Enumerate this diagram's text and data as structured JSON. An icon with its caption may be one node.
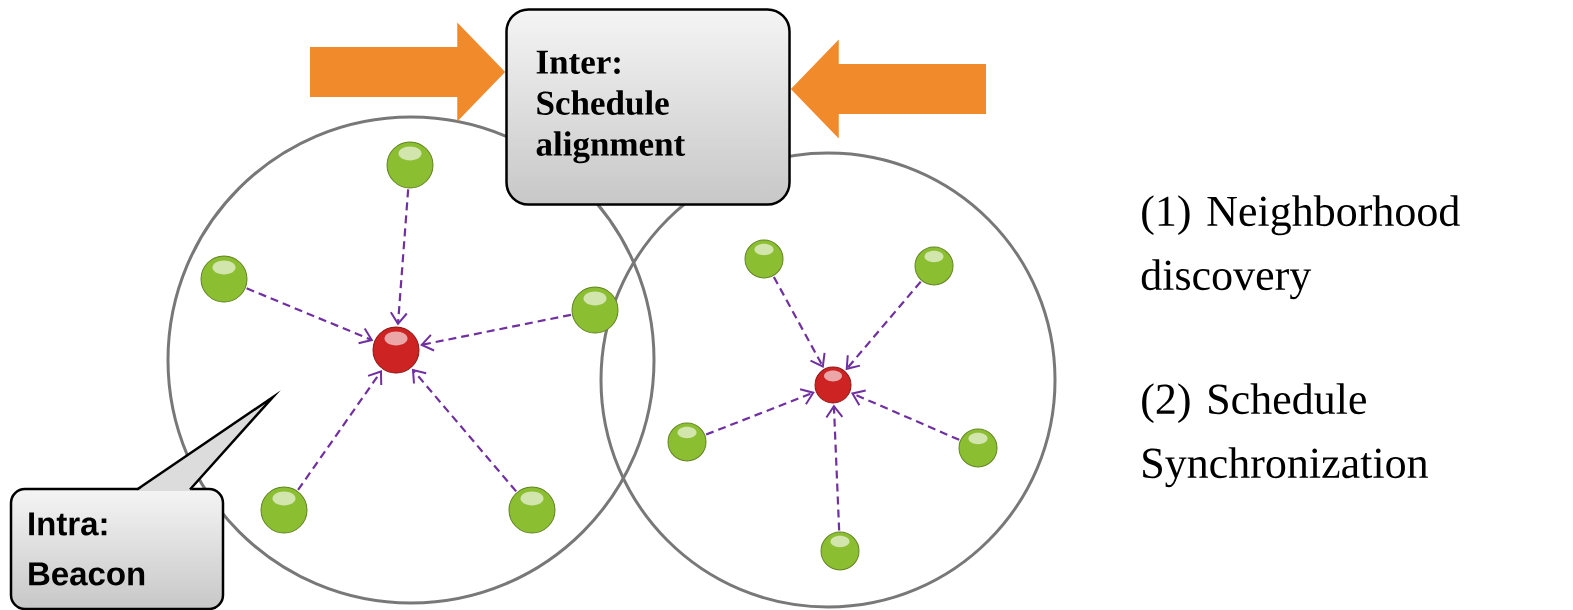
{
  "diagram": {
    "nodes": [
      {
        "text": [
          "Inter: Schedule alignment"
        ]
      },
      {
        "text": [],
        "shape": "circle"
      },
      {
        "text": [],
        "shape": "circle"
      },
      {
        "text": [
          "Intra: Beacon"
        ]
      },
      {
        "text": [],
        "shape": "circle",
        "in": 1
      },
      {
        "text": [],
        "shape": "circle",
        "in": 1
      },
      {
        "text": [],
        "shape": "circle",
        "in": 1
      },
      {
        "text": [],
        "shape": "circle",
        "in": 1
      },
      {
        "text": [],
        "shape": "circle",
        "in": 1
      },
      {
        "text": [],
        "shape": "circle",
        "in": 1
      },
      {
        "text": [],
        "shape": "circle",
        "in": 2
      },
      {
        "text": [],
        "shape": "circle",
        "in": 2
      },
      {
        "text": [],
        "shape": "circle",
        "in": 2
      },
      {
        "text": [],
        "shape": "circle",
        "in": 2
      },
      {
        "text": [],
        "shape": "circle",
        "in": 2
      },
      {
        "text": [],
        "shape": "circle",
        "in": 2
      }
    ],
    "edges": [
      {
        "from": null,
        "to": 0,
        "arrow": "to",
        "style": "thick",
        "color": "#f18a2b"
      },
      {
        "from": null,
        "to": 0,
        "arrow": "to",
        "style": "thick",
        "color": "#f18a2b"
      },
      {
        "from": 5,
        "to": 4,
        "arrow": "to",
        "style": "dashed",
        "color": "#7030a0"
      },
      {
        "from": 6,
        "to": 4,
        "arrow": "to",
        "style": "dashed",
        "color": "#7030a0"
      },
      {
        "from": 7,
        "to": 4,
        "arrow": "to",
        "style": "dashed",
        "color": "#7030a0"
      },
      {
        "from": 8,
        "to": 4,
        "arrow": "to",
        "style": "dashed",
        "color": "#7030a0"
      },
      {
        "from": 9,
        "to": 4,
        "arrow": "to",
        "style": "dashed",
        "color": "#7030a0"
      },
      {
        "from": 11,
        "to": 10,
        "arrow": "to",
        "style": "dashed",
        "color": "#7030a0"
      },
      {
        "from": 12,
        "to": 10,
        "arrow": "to",
        "style": "dashed",
        "color": "#7030a0"
      },
      {
        "from": 13,
        "to": 10,
        "arrow": "to",
        "style": "dashed",
        "color": "#7030a0"
      },
      {
        "from": 14,
        "to": 10,
        "arrow": "to",
        "style": "dashed",
        "color": "#7030a0"
      },
      {
        "from": 15,
        "to": 10,
        "arrow": "to",
        "style": "dashed",
        "color": "#7030a0"
      }
    ],
    "labels": [
      "(1) Neighborhood discovery",
      "(2) Schedule Synchronization"
    ]
  }
}
